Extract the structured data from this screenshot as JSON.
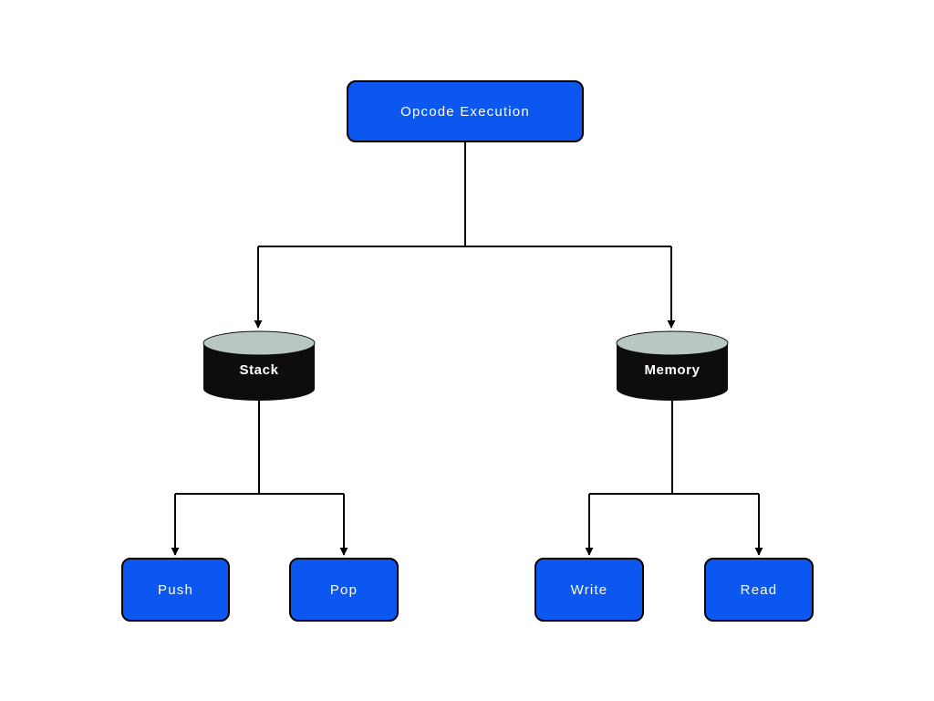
{
  "diagram": {
    "type": "flowchart-tree",
    "nodes": {
      "opcode": {
        "label": "Opcode Execution",
        "shape": "rounded-rect"
      },
      "stack": {
        "label": "Stack",
        "shape": "cylinder"
      },
      "memory": {
        "label": "Memory",
        "shape": "cylinder"
      },
      "push": {
        "label": "Push",
        "shape": "rounded-rect"
      },
      "pop": {
        "label": "Pop",
        "shape": "rounded-rect"
      },
      "write": {
        "label": "Write",
        "shape": "rounded-rect"
      },
      "read": {
        "label": "Read",
        "shape": "rounded-rect"
      }
    },
    "edges": [
      {
        "from": "opcode",
        "to": "stack"
      },
      {
        "from": "opcode",
        "to": "memory"
      },
      {
        "from": "stack",
        "to": "push"
      },
      {
        "from": "stack",
        "to": "pop"
      },
      {
        "from": "memory",
        "to": "write"
      },
      {
        "from": "memory",
        "to": "read"
      }
    ],
    "colors": {
      "node_fill": "#0b57f0",
      "node_text": "#ffffff",
      "cylinder_body": "#0d0d0d",
      "cylinder_top": "#b9c6c3",
      "line": "#000000",
      "background": "#ffffff"
    }
  }
}
